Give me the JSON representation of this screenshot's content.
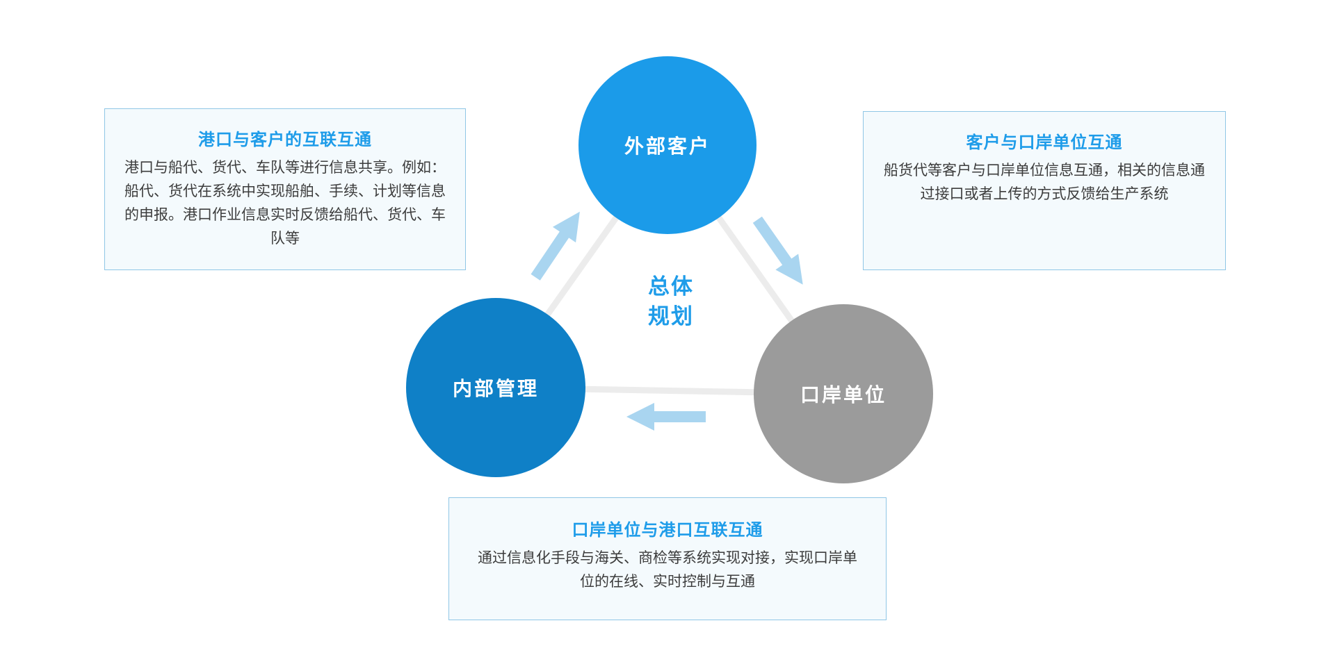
{
  "diagram": {
    "center_label": {
      "line1": "总体",
      "line2": "规划"
    },
    "nodes": {
      "external_customers": {
        "label": "外部客户",
        "color": "#1b9be9"
      },
      "internal_management": {
        "label": "内部管理",
        "color": "#0f80c7"
      },
      "port_units": {
        "label": "口岸单位",
        "color": "#9b9b9b"
      }
    },
    "boxes": {
      "left": {
        "title": "港口与客户的互联互通",
        "body": "港口与船代、货代、车队等进行信息共享。例如：船代、货代在系统中实现船舶、手续、计划等信息的申报。港口作业信息实时反馈给船代、货代、车队等"
      },
      "right": {
        "title": "客户与口岸单位互通",
        "body": "船货代等客户与口岸单位信息互通，相关的信息通过接口或者上传的方式反馈给生产系统"
      },
      "bottom": {
        "title": "口岸单位与港口互联互通",
        "body": "通过信息化手段与海关、商检等系统实现对接，实现口岸单位的在线、实时控制与互通"
      }
    },
    "colors": {
      "accent_blue": "#1e9ce9",
      "arrow_blue": "#a9d5f0",
      "edge_gray": "#ececec",
      "box_border": "#8fc6e6",
      "box_bg": "#f4fafd"
    }
  }
}
